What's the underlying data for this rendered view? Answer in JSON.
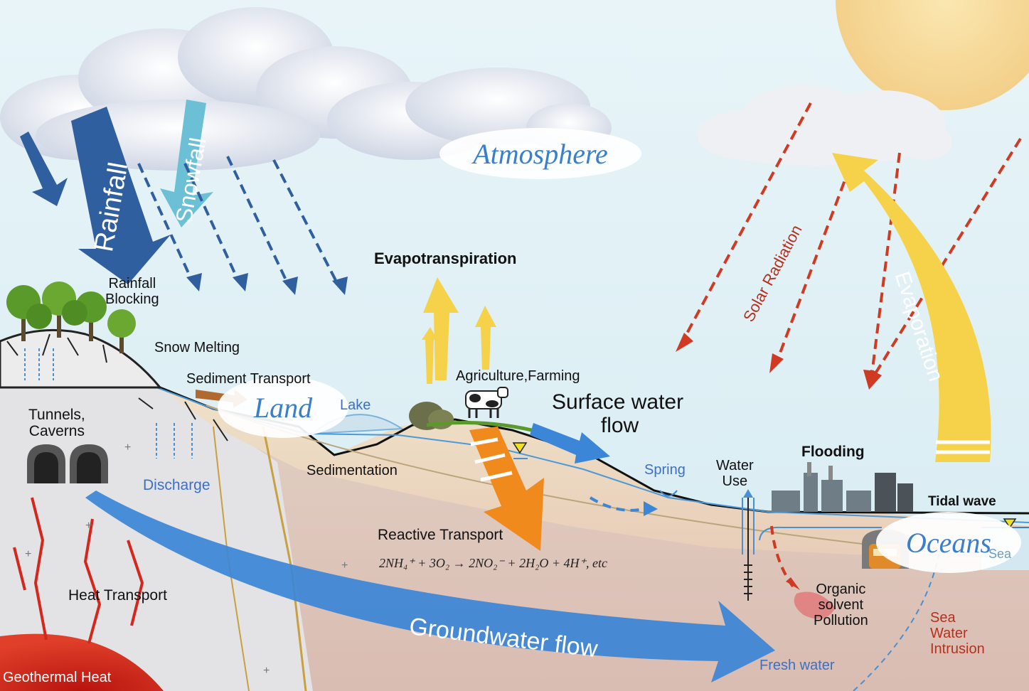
{
  "regions": {
    "atmosphere": "Atmosphere",
    "land": "Land",
    "oceans": "Oceans"
  },
  "processes": {
    "rainfall": "Rainfall",
    "snowfall": "Snowfall",
    "solar_radiation": "Solar   Radiation",
    "evaporation": "Evaporation",
    "evapotranspiration": "Evapotranspiration",
    "rainfall_blocking": [
      "Rainfall",
      "Blocking"
    ],
    "snow_melting": "Snow Melting",
    "sediment_transport": "Sediment Transport",
    "lake": "Lake",
    "agriculture": "Agriculture,Farming",
    "surface_water_flow": [
      "Surface water",
      "flow"
    ],
    "tunnels": [
      "Tunnels,",
      "Caverns"
    ],
    "discharge": "Discharge",
    "sedimentation": "Sedimentation",
    "spring": "Spring",
    "water_use": [
      "Water",
      "Use"
    ],
    "flooding": "Flooding",
    "tidal_wave": "Tidal wave",
    "sea": "Sea",
    "reactive_transport": "Reactive Transport",
    "reaction_equation": "2NH₄⁺ + 3O₂ → 2NO₂⁻ + 2H₂O + 4H⁺, etc",
    "heat_transport": "Heat Transport",
    "groundwater_flow": "Groundwater flow",
    "organic_pollution": [
      "Organic",
      "solvent",
      "Pollution"
    ],
    "sea_water_intrusion": [
      "Sea",
      "Water",
      "Intrusion"
    ],
    "fresh_water": "Fresh water",
    "geothermal_heat": "Geothermal Heat"
  },
  "colors": {
    "sky": "#dff0f5",
    "sun": "#f8dc9a",
    "rain_arrow": "#2f63a8",
    "snow_arrow": "#6cc0d6",
    "evaporation_arrow": "#f6d24a",
    "solar_arrow": "#d03a22",
    "groundwater_arrow": "#3b86d6",
    "reactive_arrow": "#f08a1c",
    "geothermal": "#d3281e",
    "ocean_text": "#3a7fcc"
  },
  "icons": [
    "cloud-icon",
    "sun-icon",
    "tree-icon",
    "cow-icon",
    "factory-icon",
    "well-icon",
    "tunnel-icon",
    "train-icon"
  ]
}
